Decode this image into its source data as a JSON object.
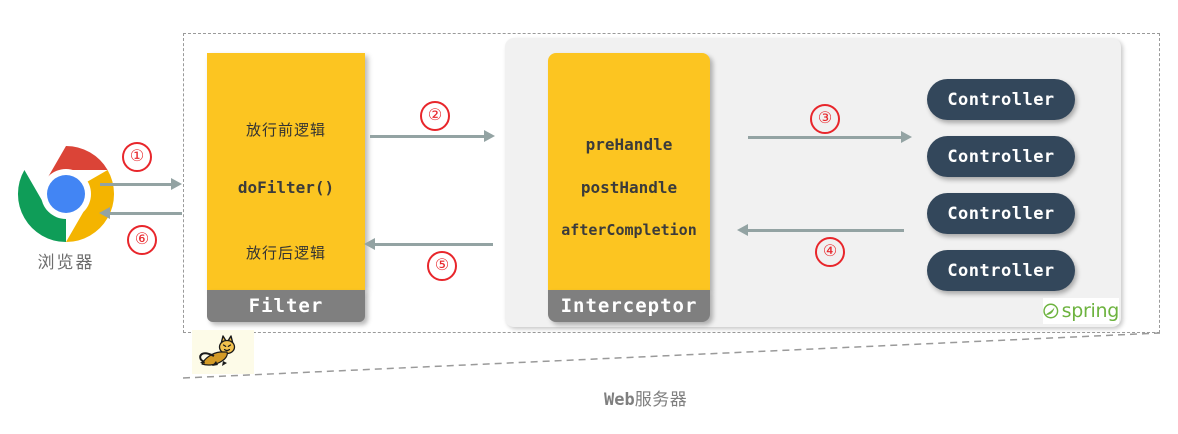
{
  "diagram": {
    "title_label": "Web服务器",
    "title_label_prefix": "Web",
    "title_label_suffix": "服务器",
    "colors": {
      "yellow": "#fcc521",
      "gray_footer": "#7f7f7f",
      "controller_navy": "#33475b",
      "arrow_gray": "#93a3a3",
      "number_red": "#e8262b",
      "spring_green": "#6db33f",
      "panel_gray": "#f1f1f1",
      "dashed_border": "#9a9a9a"
    }
  },
  "client": {
    "icon": "chrome-browser-icon",
    "label": "浏览器"
  },
  "filter": {
    "rows": [
      "放行前逻辑",
      "doFilter()",
      "放行后逻辑"
    ],
    "footer_label": "Filter",
    "container_icon": "tomcat-icon"
  },
  "interceptor": {
    "rows": [
      "preHandle",
      "postHandle",
      "afterCompletion"
    ],
    "footer_label": "Interceptor"
  },
  "spring": {
    "logo_icon": "spring-leaf-icon",
    "logo_text": "spring",
    "controllers": [
      {
        "label": "Controller"
      },
      {
        "label": "Controller"
      },
      {
        "label": "Controller"
      },
      {
        "label": "Controller"
      }
    ]
  },
  "flows": [
    {
      "id": "1",
      "number": "①",
      "direction": "right",
      "from": "browser",
      "to": "filter"
    },
    {
      "id": "2",
      "number": "②",
      "direction": "right",
      "from": "filter",
      "to": "interceptor"
    },
    {
      "id": "3",
      "number": "③",
      "direction": "right",
      "from": "interceptor",
      "to": "controller"
    },
    {
      "id": "4",
      "number": "④",
      "direction": "left",
      "from": "controller",
      "to": "interceptor"
    },
    {
      "id": "5",
      "number": "⑤",
      "direction": "left",
      "from": "interceptor",
      "to": "filter"
    },
    {
      "id": "6",
      "number": "⑥",
      "direction": "left",
      "from": "filter",
      "to": "browser"
    }
  ]
}
